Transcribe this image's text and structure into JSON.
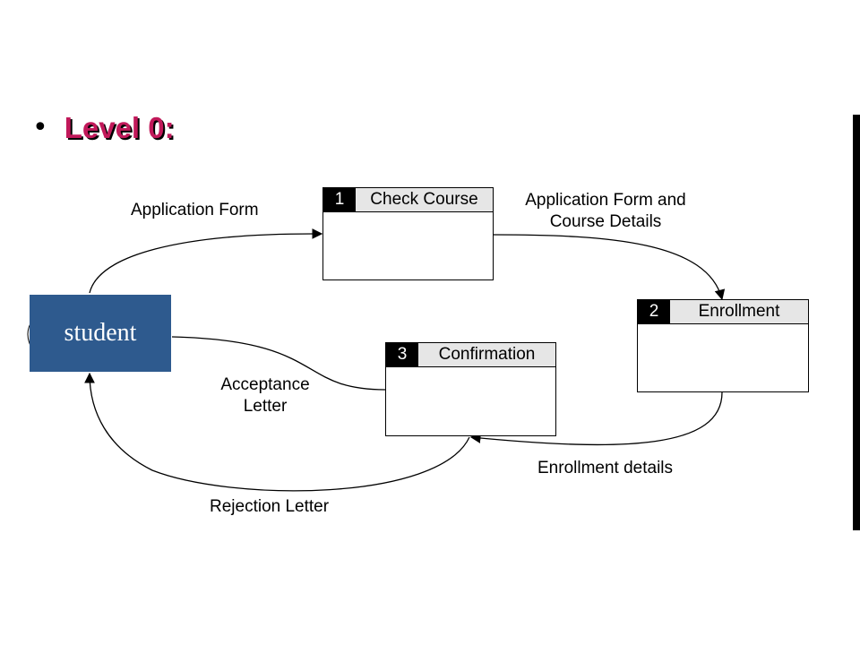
{
  "slide": {
    "heading": "Level 0:",
    "bullet": "•",
    "heading_color": "#c1195a"
  },
  "entity": {
    "label": "student",
    "color": "#2e5a8e"
  },
  "processes": [
    {
      "number": "1",
      "title": "Check Course"
    },
    {
      "number": "2",
      "title": "Enrollment"
    },
    {
      "number": "3",
      "title": "Confirmation"
    }
  ],
  "flows": {
    "application_form": "Application Form",
    "application_form_course_details_line1": "Application Form and",
    "application_form_course_details_line2": "Course Details",
    "enrollment_details": "Enrollment details",
    "acceptance_letter_line1": "Acceptance",
    "acceptance_letter_line2": "Letter",
    "rejection_letter": "Rejection Letter"
  }
}
